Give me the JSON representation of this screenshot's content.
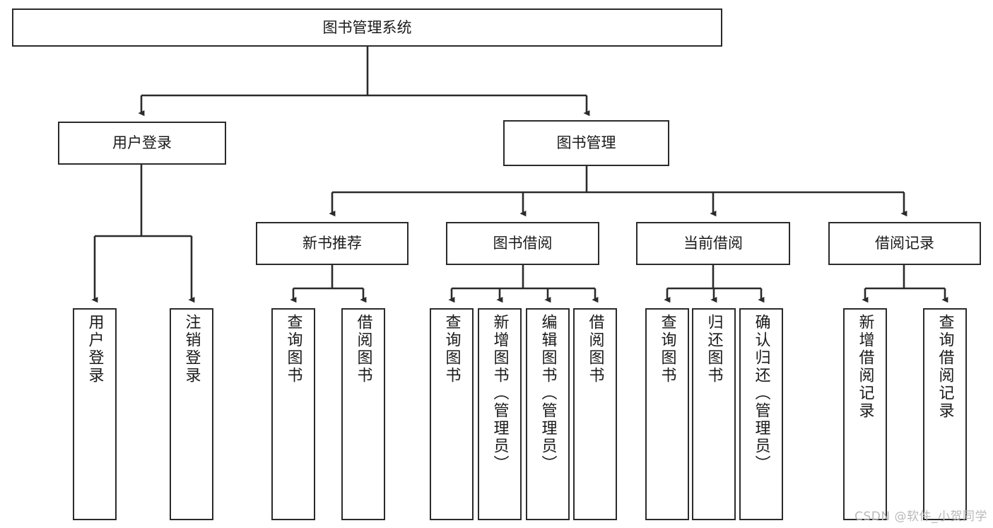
{
  "diagram": {
    "title": "图书管理系统",
    "watermark": "CSDN @软件_小贺同学",
    "line_color": "#2b2b2b",
    "background_color": "#ffffff",
    "text_color": "#1a1a1a",
    "root": {
      "label": "图书管理系统"
    },
    "level2": [
      {
        "label": "用户登录"
      },
      {
        "label": "图书管理"
      }
    ],
    "level3": [
      {
        "label": "新书推荐"
      },
      {
        "label": "图书借阅"
      },
      {
        "label": "当前借阅"
      },
      {
        "label": "借阅记录"
      }
    ],
    "leaves": {
      "user_login": [
        {
          "label": "用户登录"
        },
        {
          "label": "注销登录"
        }
      ],
      "new_book_recommend": [
        {
          "label": "查询图书"
        },
        {
          "label": "借阅图书"
        }
      ],
      "book_borrow": [
        {
          "label": "查询图书"
        },
        {
          "label": "新增图书（管理员）"
        },
        {
          "label": "编辑图书（管理员）"
        },
        {
          "label": "借阅图书"
        }
      ],
      "current_borrow": [
        {
          "label": "查询图书"
        },
        {
          "label": "归还图书"
        },
        {
          "label": "确认归还（管理员）"
        }
      ],
      "borrow_record": [
        {
          "label": "新增借阅记录"
        },
        {
          "label": "查询借阅记录"
        }
      ]
    }
  }
}
